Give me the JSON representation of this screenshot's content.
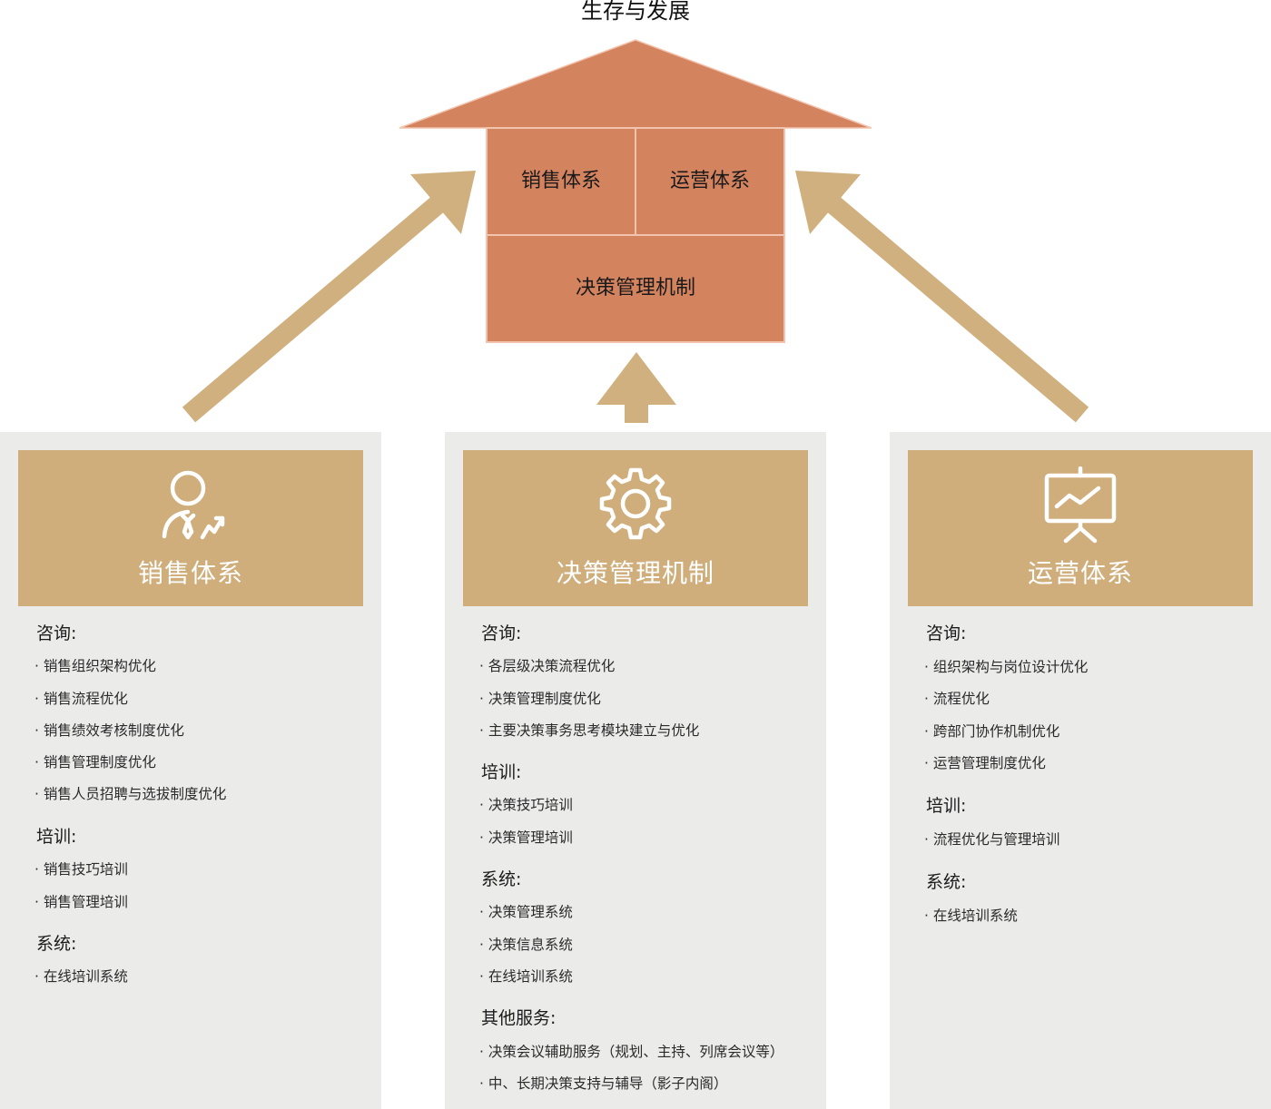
{
  "top_title": "生存与发展",
  "house": {
    "room_left": "销售体系",
    "room_right": "运营体系",
    "room_bottom": "决策管理机制"
  },
  "colors": {
    "roof": "#d4835f",
    "wall": "#d4835f",
    "wall_border": "#f2c3ad",
    "arrow": "#d0b07e",
    "panel_bg": "#ebebea",
    "panel_header": "#cfae7c",
    "header_text": "#ffffff"
  },
  "panels": [
    {
      "icon": "person-growth-icon",
      "title": "销售体系",
      "sections": [
        {
          "title": "咨询:",
          "items": [
            "销售组织架构优化",
            "销售流程优化",
            "销售绩效考核制度优化",
            "销售管理制度优化",
            "销售人员招聘与选拔制度优化"
          ]
        },
        {
          "title": "培训:",
          "items": [
            "销售技巧培训",
            "销售管理培训"
          ]
        },
        {
          "title": "系统:",
          "items": [
            "在线培训系统"
          ]
        }
      ]
    },
    {
      "icon": "gear-icon",
      "title": "决策管理机制",
      "sections": [
        {
          "title": "咨询:",
          "items": [
            "各层级决策流程优化",
            "决策管理制度优化",
            "主要决策事务思考模块建立与优化"
          ]
        },
        {
          "title": "培训:",
          "items": [
            "决策技巧培训",
            "决策管理培训"
          ]
        },
        {
          "title": "系统:",
          "items": [
            "决策管理系统",
            "决策信息系统",
            "在线培训系统"
          ]
        },
        {
          "title": "其他服务:",
          "items": [
            "决策会议辅助服务（规划、主持、列席会议等）",
            "中、长期决策支持与辅导（影子内阁）"
          ]
        }
      ]
    },
    {
      "icon": "presentation-chart-icon",
      "title": "运营体系",
      "sections": [
        {
          "title": "咨询:",
          "items": [
            "组织架构与岗位设计优化",
            "流程优化",
            "跨部门协作机制优化",
            "运营管理制度优化"
          ]
        },
        {
          "title": "培训:",
          "items": [
            "流程优化与管理培训"
          ]
        },
        {
          "title": "系统:",
          "items": [
            "在线培训系统"
          ]
        }
      ]
    }
  ]
}
